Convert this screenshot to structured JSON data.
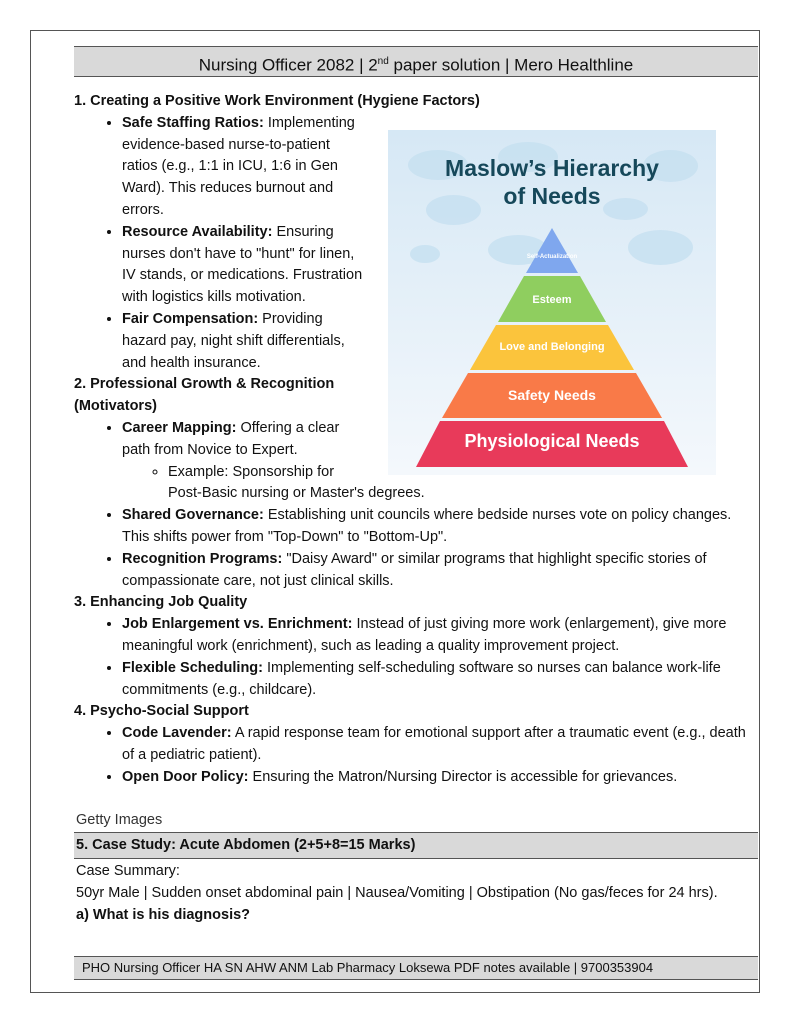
{
  "header": {
    "title_pre": "Nursing Officer 2082 | 2",
    "title_sup": "nd",
    "title_post": " paper solution | Mero Healthline"
  },
  "sections": [
    {
      "heading": "1. Creating a Positive Work Environment (Hygiene Factors)",
      "items": [
        {
          "label": "Safe Staffing Ratios:",
          "text": " Implementing evidence-based nurse-to-patient ratios (e.g., 1:1 in ICU, 1:6 in Gen Ward). This reduces burnout and errors."
        },
        {
          "label": "Resource Availability:",
          "text": " Ensuring nurses don't have to \"hunt\" for linen, IV stands, or medications. Frustration with logistics kills motivation."
        },
        {
          "label": "Fair Compensation:",
          "text": " Providing hazard pay, night shift differentials, and health insurance."
        }
      ]
    },
    {
      "heading": "2. Professional Growth & Recognition (Motivators)",
      "items": [
        {
          "label": "Career Mapping:",
          "text": " Offering a clear path from Novice to Expert.",
          "sub": "Example: Sponsorship for Post-Basic nursing or Master's degrees."
        },
        {
          "label": "Shared Governance:",
          "text": " Establishing unit councils where bedside nurses vote on policy changes. This shifts power from \"Top-Down\" to \"Bottom-Up\"."
        },
        {
          "label": "Recognition Programs:",
          "text": " \"Daisy Award\" or similar programs that highlight specific stories of compassionate care, not just clinical skills."
        }
      ]
    },
    {
      "heading": "3. Enhancing Job Quality",
      "items": [
        {
          "label": "Job Enlargement vs. Enrichment:",
          "text": " Instead of just giving more work (enlargement), give more meaningful work (enrichment), such as leading a quality improvement project."
        },
        {
          "label": "Flexible Scheduling:",
          "text": " Implementing self-scheduling software so nurses can balance work-life commitments (e.g., childcare)."
        }
      ]
    },
    {
      "heading": "4. Psycho-Social Support",
      "items": [
        {
          "label": "Code Lavender:",
          "text": " A rapid response team for emotional support after a traumatic event (e.g., death of a pediatric patient)."
        },
        {
          "label": "Open Door Policy:",
          "text": " Ensuring the Matron/Nursing Director is accessible for grievances."
        }
      ]
    }
  ],
  "figure": {
    "title_line1": "Maslow’s Hierarchy",
    "title_line2": "of Needs",
    "tiers": [
      "Self-Actualization",
      "Esteem",
      "Love and Belonging",
      "Safety Needs",
      "Physiological Needs"
    ]
  },
  "caption": "Getty Images",
  "case": {
    "heading": "5. Case Study: Acute Abdomen (2+5+8=15 Marks)",
    "summary_label": "Case Summary:",
    "summary": "50yr Male | Sudden onset abdominal pain | Nausea/Vomiting | Obstipation (No gas/feces for 24 hrs).",
    "question": "a) What is his diagnosis?"
  },
  "footer": "PHO Nursing Officer HA SN AHW ANM Lab Pharmacy Loksewa PDF notes available | 9700353904"
}
